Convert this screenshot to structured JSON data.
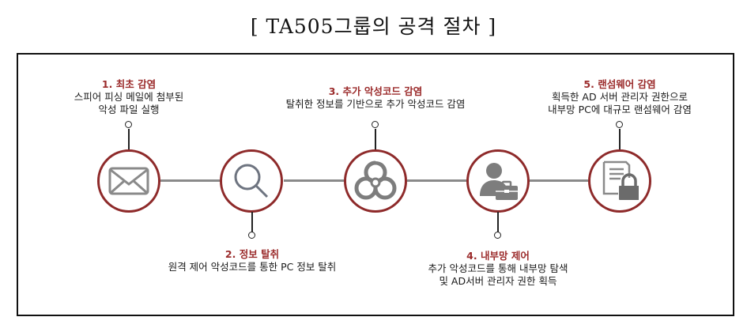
{
  "title": "[  TA505그룹의  공격  절차  ]",
  "colors": {
    "accent": "#9b2b2b",
    "circle_border": "#8e2a2a",
    "icon": "#7d7d7d",
    "connector": "#8a8a8a"
  },
  "steps": [
    {
      "step": "1. 최초 감염",
      "desc": "스피어 피싱 메일에 첨부된\n악성 파일 실행",
      "icon": "envelope-icon",
      "label_position": "top"
    },
    {
      "step": "2. 정보 탈취",
      "desc": "원격 제어 악성코드를 통한 PC 정보 탈취",
      "icon": "magnifier-icon",
      "label_position": "bottom"
    },
    {
      "step": "3. 추가 악성코드 감염",
      "desc": "탈취한 정보를 기반으로 추가 악성코드 감염",
      "icon": "biohazard-icon",
      "label_position": "top"
    },
    {
      "step": "4. 내부망 제어",
      "desc": "추가 악성코드를 통해 내부망 탐색\n및 AD서버  관리자 권한 획득",
      "icon": "user-toolbox-icon",
      "label_position": "bottom"
    },
    {
      "step": "5. 랜섬웨어 감염",
      "desc": "획득한 AD 서버 관리자 권한으로\n내부망 PC에 대규모 랜섬웨어 감염",
      "icon": "document-lock-icon",
      "label_position": "top"
    }
  ]
}
